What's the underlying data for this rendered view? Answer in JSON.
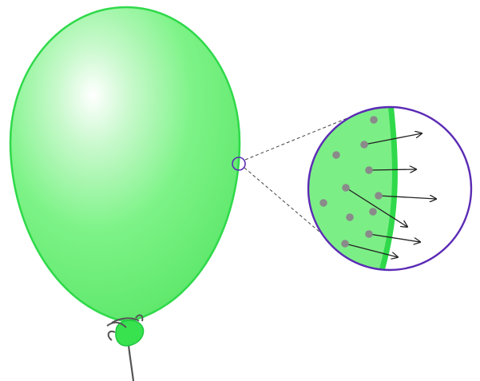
{
  "colors": {
    "balloon_fill": "#6ff07a",
    "balloon_highlight": "#ffffff",
    "balloon_edge": "#2fd94a",
    "inner_dot": "#8a8a8a",
    "magnifier_ring": "#5b2bb5",
    "dashed_line": "#444444",
    "arrow": "#222222",
    "string": "#555555"
  },
  "molecules": [
    {
      "id": 1,
      "escapes": false
    },
    {
      "id": 2,
      "escapes": true
    },
    {
      "id": 3,
      "escapes": false
    },
    {
      "id": 4,
      "escapes": true
    },
    {
      "id": 5,
      "escapes": true
    },
    {
      "id": 6,
      "escapes": false
    },
    {
      "id": 7,
      "escapes": true
    },
    {
      "id": 8,
      "escapes": false
    },
    {
      "id": 9,
      "escapes": false
    },
    {
      "id": 10,
      "escapes": true
    },
    {
      "id": 11,
      "escapes": true
    }
  ]
}
